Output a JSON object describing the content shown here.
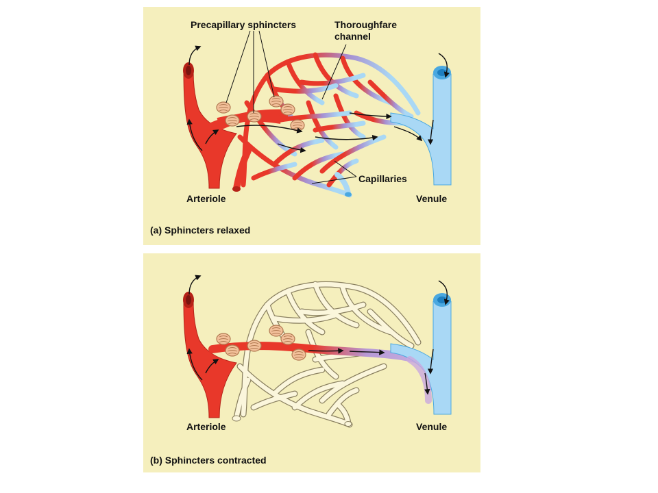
{
  "colors": {
    "panel_bg": "#f5efbd",
    "arteriole": "#e8382a",
    "arteriole_dark": "#b52117",
    "venule": "#a9d8f5",
    "venule_dark": "#4aa8e0",
    "capillary_mix": "#a78fd0",
    "capillary_empty": "#fbf6dc",
    "capillary_outline": "#8a8060",
    "sphincter": "#f2c09a",
    "sphincter_line": "#b07850"
  },
  "panel_a": {
    "label_precapillary": "Precapillary sphincters",
    "label_thoroughfare_1": "Thoroughfare",
    "label_thoroughfare_2": "channel",
    "label_capillaries": "Capillaries",
    "label_arteriole": "Arteriole",
    "label_venule": "Venule",
    "caption": "(a) Sphincters relaxed"
  },
  "panel_b": {
    "label_arteriole": "Arteriole",
    "label_venule": "Venule",
    "caption": "(b) Sphincters contracted"
  }
}
